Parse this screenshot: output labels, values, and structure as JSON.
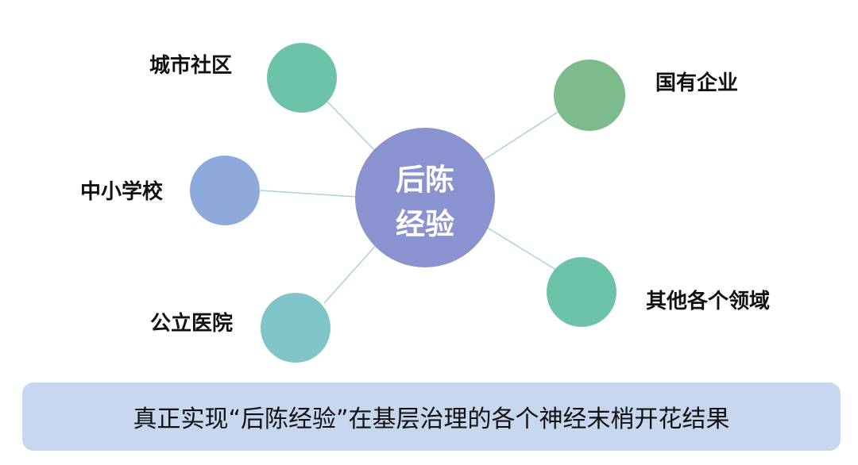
{
  "diagram": {
    "center": {
      "line1": "后陈",
      "line2": "经验",
      "color": "#8a92cf"
    },
    "nodes": [
      {
        "id": "city-community",
        "label": "城市社区",
        "color": "#6cc3a9"
      },
      {
        "id": "primary-secondary-schools",
        "label": "中小学校",
        "color": "#8eaadd"
      },
      {
        "id": "public-hospitals",
        "label": "公立医院",
        "color": "#7ec4c8"
      },
      {
        "id": "state-owned-enterprises",
        "label": "国有企业",
        "color": "#7cbb8c"
      },
      {
        "id": "other-fields",
        "label": "其他各个领域",
        "color": "#6cc3a9"
      }
    ],
    "connector_color": "#a8d6c8"
  },
  "banner": {
    "text": "真正实现“后陈经验”在基层治理的各个神经末梢开花结果",
    "background": "#c6d7ef"
  }
}
